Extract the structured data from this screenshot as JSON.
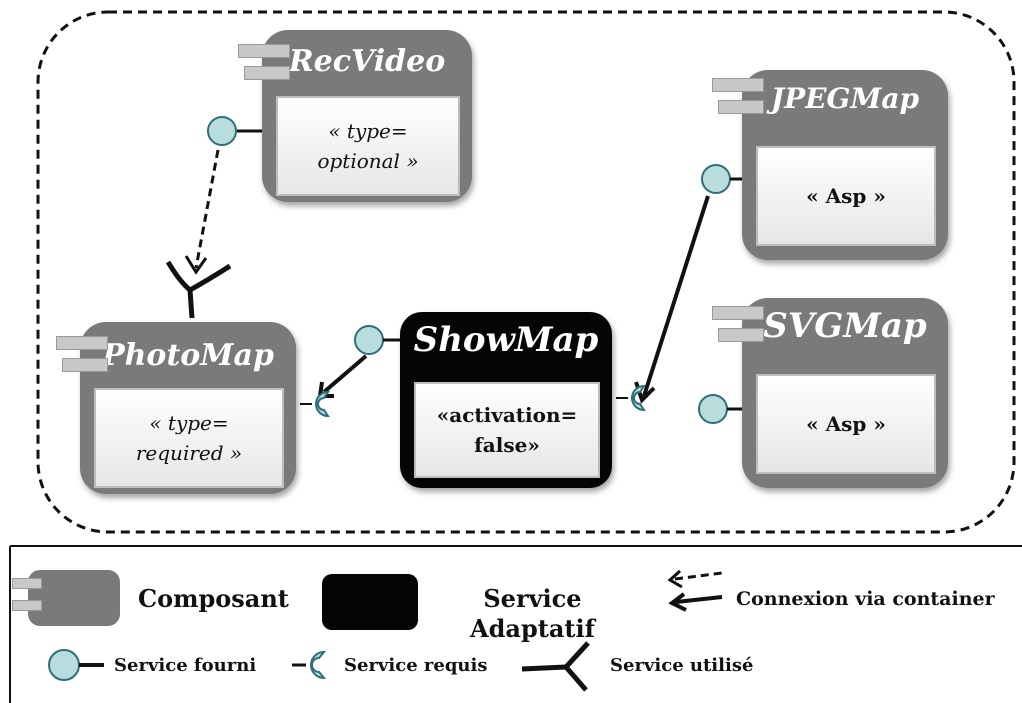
{
  "components": {
    "recvideo": {
      "name": "RecVideo",
      "stereotype_line1": "« type=",
      "stereotype_line2": "optional »"
    },
    "photomap": {
      "name": "PhotoMap",
      "stereotype_line1": "« type=",
      "stereotype_line2": "required »"
    },
    "showmap": {
      "name": "ShowMap",
      "stereotype_line1": "«activation=",
      "stereotype_line2": "false»"
    },
    "jpegmap": {
      "name": "JPEGMap",
      "stereotype": "« Asp »"
    },
    "svgmap": {
      "name": "SVGMap",
      "stereotype": "« Asp »"
    }
  },
  "legend": {
    "composant": "Composant",
    "service_adaptatif_line1": "Service",
    "service_adaptatif_line2": "Adaptatif",
    "connexion_container": "Connexion via container",
    "service_fourni": "Service fourni",
    "service_requis": "Service requis",
    "service_utilise": "Service utilisé"
  },
  "colors": {
    "component_gray": "#7a7a7a",
    "adaptive_black": "#050505",
    "port_fill": "#b9dcdc",
    "port_stroke": "#2e6f7a",
    "inner_box": "#ffffff"
  }
}
